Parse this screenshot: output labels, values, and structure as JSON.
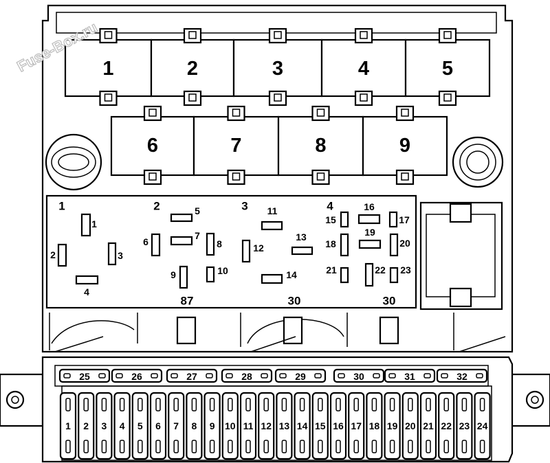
{
  "watermark": "Fuse-Box.ru",
  "relays_top": [
    "1",
    "2",
    "3",
    "4",
    "5"
  ],
  "relays_middle": [
    "6",
    "7",
    "8",
    "9"
  ],
  "panel_sections": [
    "1",
    "2",
    "3",
    "4"
  ],
  "panel_fuses": [
    "1",
    "2",
    "3",
    "4",
    "5",
    "6",
    "7",
    "8",
    "9",
    "10",
    "11",
    "12",
    "13",
    "14",
    "15",
    "16",
    "17",
    "18",
    "19",
    "20",
    "21",
    "22",
    "23"
  ],
  "terminals": [
    "87",
    "30",
    "30"
  ],
  "fuse_strip_upper": [
    "25",
    "26",
    "27",
    "28",
    "29",
    "30",
    "31",
    "32"
  ],
  "fuse_strip_lower": [
    "1",
    "2",
    "3",
    "4",
    "5",
    "6",
    "7",
    "8",
    "9",
    "10",
    "11",
    "12",
    "13",
    "14",
    "15",
    "16",
    "17",
    "18",
    "19",
    "20",
    "21",
    "22",
    "23",
    "24"
  ]
}
